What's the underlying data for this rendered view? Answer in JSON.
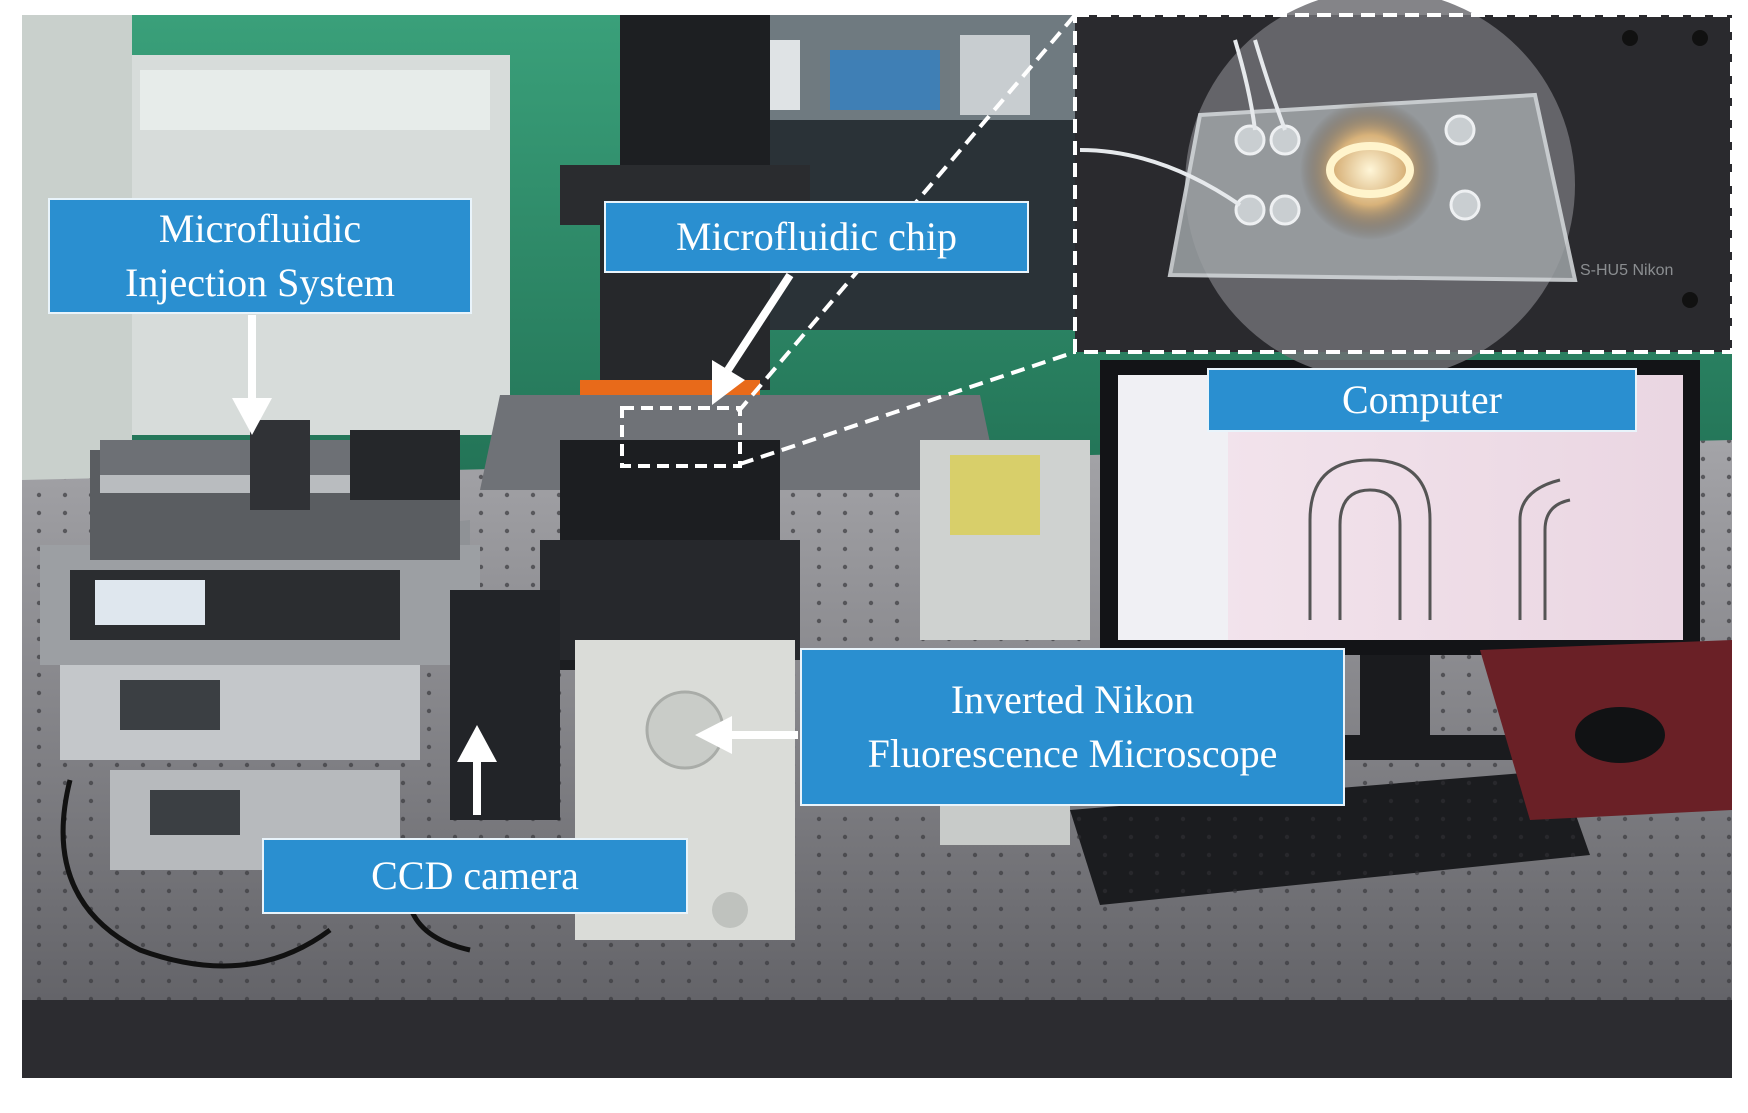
{
  "labels": {
    "injection_system": {
      "line1": "Microfluidic",
      "line2": "Injection System"
    },
    "chip": "Microfluidic chip",
    "computer": "Computer",
    "microscope": {
      "line1": "Inverted Nikon",
      "line2": "Fluorescence Microscope"
    },
    "ccd_camera": "CCD camera"
  },
  "inset_brand_text": "S-HU5 Nikon",
  "colors": {
    "label_fill": "#2a8fd0",
    "label_border": "#e9f4fb",
    "arrow": "#ffffff",
    "wall": "#2f8f6a",
    "table": "#8a8a8e",
    "chip_glow": "#e86a1a"
  }
}
